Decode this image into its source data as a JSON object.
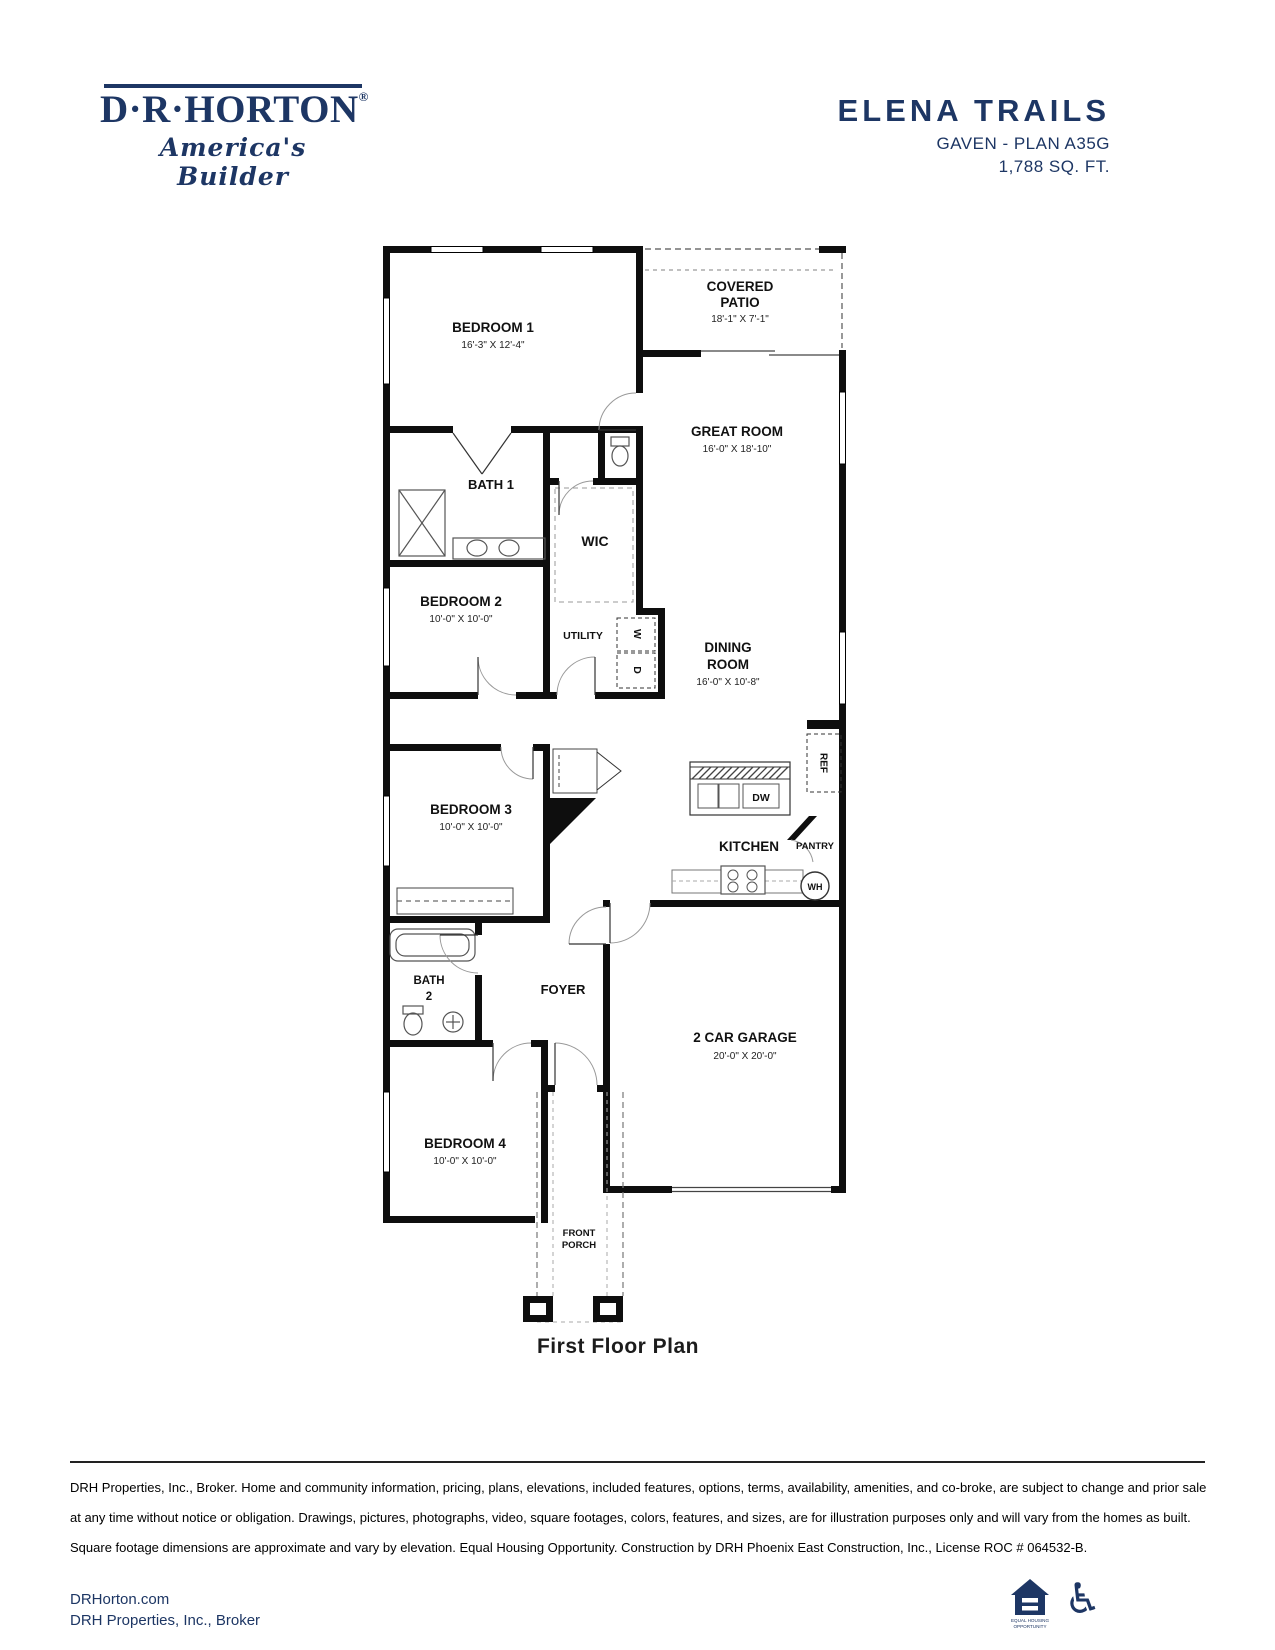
{
  "colors": {
    "navy": "#1d3664",
    "ink": "#111111"
  },
  "header": {
    "logo_name": "D·R·HORTON",
    "logo_reg": "®",
    "logo_tagline": "America's Builder",
    "community": "ELENA TRAILS",
    "plan_line": "GAVEN - PLAN A35G",
    "sqft_line": "1,788 SQ. FT."
  },
  "plan": {
    "caption": "First Floor Plan",
    "rooms": {
      "bedroom1": {
        "label": "BEDROOM 1",
        "dims": "16'-3\" X 12'-4\""
      },
      "covered_patio": {
        "label1": "COVERED",
        "label2": "PATIO",
        "dims": "18'-1\" X 7'-1\""
      },
      "great_room": {
        "label": "GREAT ROOM",
        "dims": "16'-0\" X 18'-10\""
      },
      "bath1": {
        "label": "BATH 1"
      },
      "wic": {
        "label": "WIC"
      },
      "bedroom2": {
        "label": "BEDROOM 2",
        "dims": "10'-0\" X 10'-0\""
      },
      "utility": {
        "label": "UTILITY"
      },
      "washer": "W",
      "dryer": "D",
      "dining": {
        "label1": "DINING",
        "label2": "ROOM",
        "dims": "16'-0\" X 10'-8\""
      },
      "dishwasher": "DW",
      "refrigerator": "REF",
      "kitchen": {
        "label": "KITCHEN"
      },
      "pantry": {
        "label": "PANTRY"
      },
      "water_heater": "WH",
      "bedroom3": {
        "label": "BEDROOM 3",
        "dims": "10'-0\" X 10'-0\""
      },
      "bath2": {
        "label1": "BATH",
        "label2": "2"
      },
      "foyer": {
        "label": "FOYER"
      },
      "garage": {
        "label": "2 CAR GARAGE",
        "dims": "20'-0\" X 20'-0\""
      },
      "bedroom4": {
        "label": "BEDROOM 4",
        "dims": "10'-0\" X 10'-0\""
      },
      "front_porch": {
        "label1": "FRONT",
        "label2": "PORCH"
      }
    }
  },
  "footer": {
    "disclaimer": "DRH Properties, Inc., Broker. Home and community information, pricing, plans, elevations, included features, options, terms, availability, amenities, and co-broke, are subject to change and prior sale at any time without notice or obligation. Drawings, pictures, photographs, video, square footages, colors, features, and sizes, are for illustration purposes only and will vary from the homes as built. Square footage dimensions are approximate and vary by elevation. Equal Housing Opportunity. Construction by DRH Phoenix East Construction, Inc., License ROC # 064532-B.",
    "website": "DRHorton.com",
    "broker": "DRH Properties, Inc., Broker",
    "eho_line1": "EQUAL HOUSING",
    "eho_line2": "OPPORTUNITY"
  }
}
